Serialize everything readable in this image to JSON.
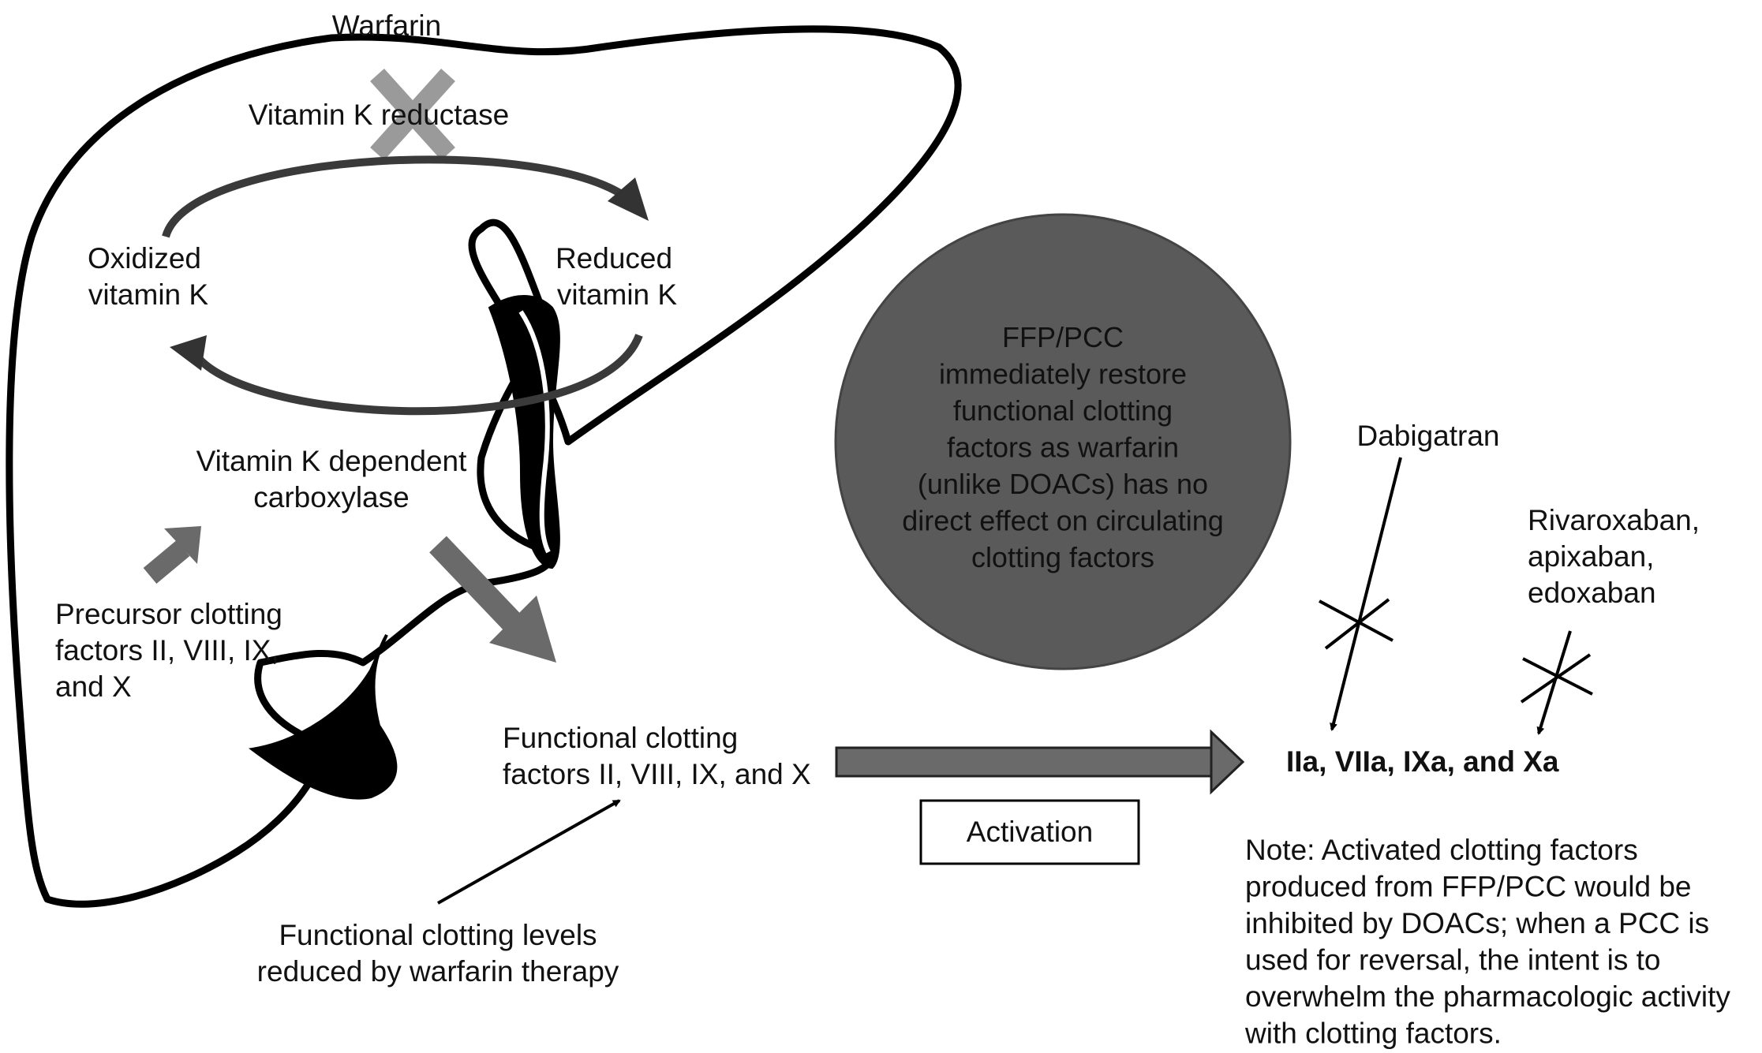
{
  "labels": {
    "warfarin": "Warfarin",
    "vk_reductase": "Vitamin K reductase",
    "oxidized_line1": "Oxidized",
    "oxidized_line2": "vitamin K",
    "reduced_line1": "Reduced",
    "reduced_line2": "vitamin K",
    "carboxylase_line1": "Vitamin K dependent",
    "carboxylase_line2": "carboxylase",
    "precursor_line1": "Precursor clotting",
    "precursor_line2": "factors II, VIII, IX,",
    "precursor_line3": "and X",
    "functional_line1": "Functional clotting",
    "functional_line2": "factors II, VIII, IX, and X",
    "reduced_levels_line1": "Functional clotting levels",
    "reduced_levels_line2": "reduced by warfarin therapy",
    "activation": "Activation",
    "activated_factors": "IIa, VIIa, IXa, and Xa",
    "dabigatran": "Dabigatran",
    "xa_inhibitors_line1": "Rivaroxaban,",
    "xa_inhibitors_line2": "apixaban,",
    "xa_inhibitors_line3": "edoxaban"
  },
  "circle_text": [
    "FFP/PCC",
    "immediately restore",
    "functional clotting",
    "factors as warfarin",
    "(unlike DOACs) has no",
    "direct effect on circulating",
    "clotting factors"
  ],
  "note_lines": [
    "Note: Activated clotting factors",
    "produced from FFP/PCC would be",
    "inhibited by DOACs; when a PCC is",
    "used for reversal, the intent is to",
    "overwhelm the pharmacologic activity",
    "with clotting factors."
  ],
  "colors": {
    "outline": "#000000",
    "block_x": "#9a9a9a",
    "circle_fill": "#5a5a5a",
    "gray_arrow": "#6a6a6a",
    "cycle_arrow": "#4a4a4a"
  }
}
